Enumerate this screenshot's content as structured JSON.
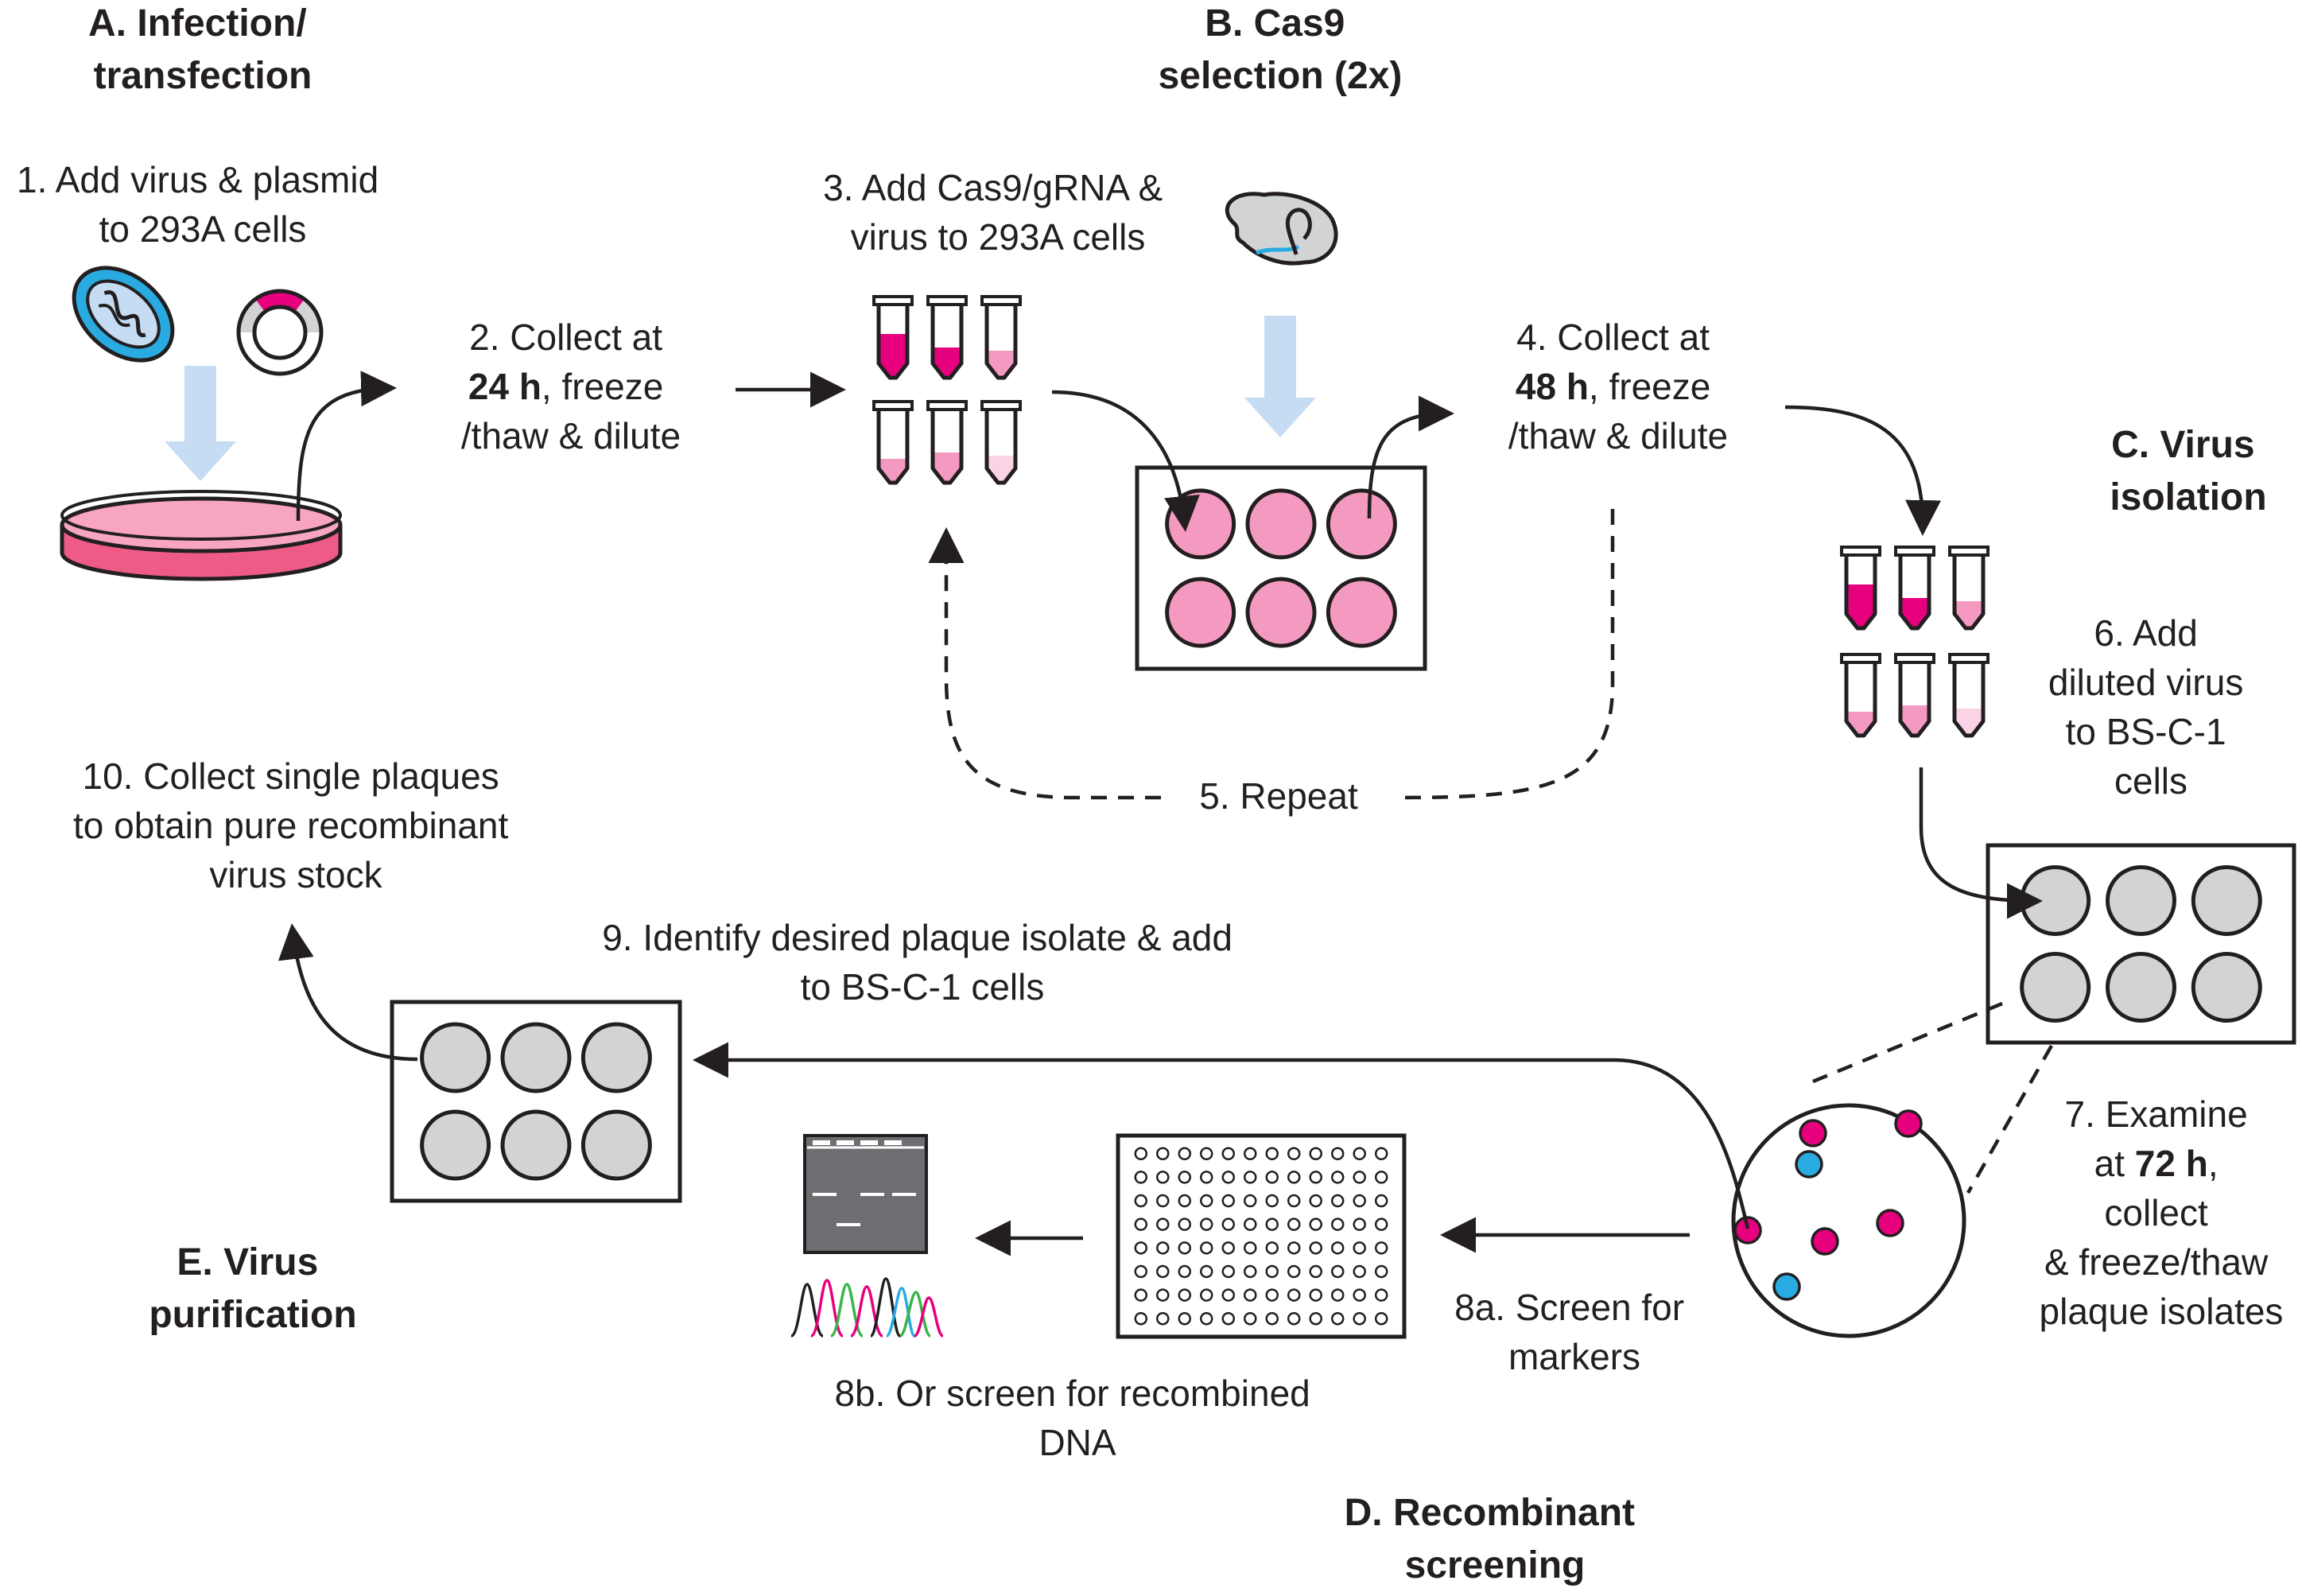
{
  "sections": {
    "a": [
      "A. Infection/",
      "transfection"
    ],
    "b": [
      "B. Cas9",
      "selection (2x)"
    ],
    "c": [
      "C. Virus",
      "isolation"
    ],
    "d": [
      "D. Recombinant",
      "screening"
    ],
    "e": [
      "E. Virus",
      "purification"
    ]
  },
  "steps": {
    "s1": [
      "1. Add virus & plasmid",
      "to 293A cells"
    ],
    "s2": {
      "l1": "2. Collect at",
      "bold": "24 h",
      "rest": ", freeze",
      "l3": "/thaw & dilute"
    },
    "s3": [
      "3. Add Cas9/gRNA &",
      "virus to 293A cells"
    ],
    "s4": {
      "l1": "4. Collect at",
      "bold": "48 h",
      "rest": ", freeze",
      "l3": "/thaw & dilute"
    },
    "s5": "5. Repeat",
    "s6": [
      "6. Add",
      "diluted virus",
      "to BS-C-1",
      "cells"
    ],
    "s7": {
      "l1": "7. Examine",
      "pre": "at ",
      "bold": "72 h",
      "post": ",",
      "l3": "collect",
      "l4": "& freeze/thaw",
      "l5": "plaque isolates"
    },
    "s8a": [
      "8a. Screen for",
      "markers"
    ],
    "s8b": [
      "8b. Or screen for recombined",
      "DNA"
    ],
    "s9": [
      "9. Identify desired plaque isolate & add",
      "to BS-C-1 cells"
    ],
    "s10": [
      "10. Collect single plaques",
      "to obtain pure recombinant",
      "virus stock"
    ]
  },
  "icons": [
    "virus-icon",
    "plasmid-icon",
    "petri-dish-icon",
    "tube-rack-icon",
    "ribonucleoprotein-icon",
    "six-well-plate-icon",
    "plaque-magnifier-icon",
    "96-well-plate-icon",
    "gel-icon",
    "chromatogram-icon"
  ],
  "colors": {
    "magenta": "#e6007e",
    "pink": "#f49ac1",
    "lightpink": "#fbd3e6",
    "blue": "#29abe2",
    "lightblue": "#c5dcf2",
    "gray": "#d1d3d4",
    "ink": "#231f20"
  }
}
